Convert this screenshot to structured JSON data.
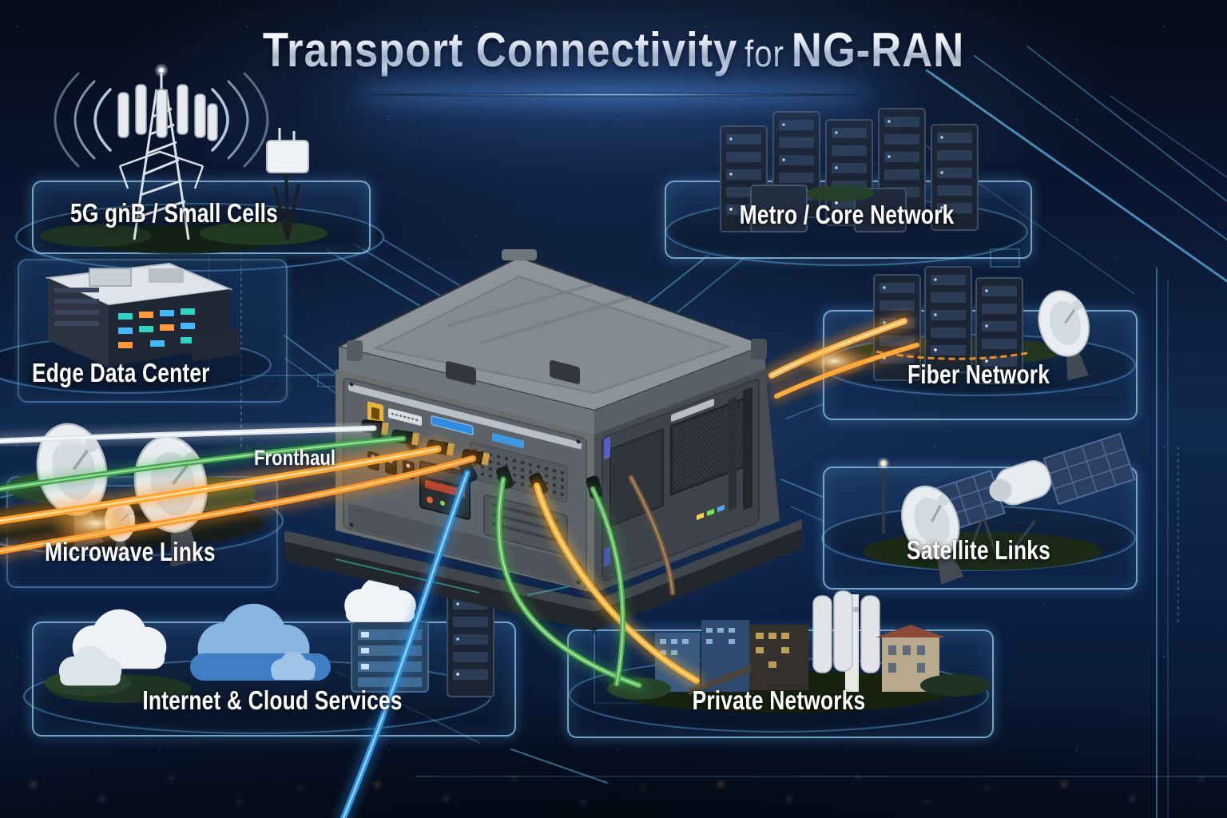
{
  "title": {
    "main": "Transport Connectivity",
    "connector": "for",
    "highlight": "NG-RAN"
  },
  "annotations": {
    "fronthaul": "Fronthaul"
  },
  "nodes": [
    {
      "id": "5g-gnb-small-cells",
      "label": "5G gṅB / Small Cells",
      "icon": "cell-tower-icon"
    },
    {
      "id": "metro-core-network",
      "label": "Metro / Core Network",
      "icon": "server-racks-icon"
    },
    {
      "id": "edge-data-center",
      "label": "Edge Data Center",
      "icon": "data-center-building-icon"
    },
    {
      "id": "fiber-network",
      "label": "Fiber Network",
      "icon": "fiber-servers-icon"
    },
    {
      "id": "microwave-links",
      "label": "Microwave Links",
      "icon": "microwave-dishes-icon"
    },
    {
      "id": "satellite-links",
      "label": "Satellite Links",
      "icon": "satellite-icon"
    },
    {
      "id": "internet-cloud-services",
      "label": "Internet & Cloud Services",
      "icon": "cloud-servers-icon"
    },
    {
      "id": "private-networks",
      "label": "Private Networks",
      "icon": "industrial-city-icon"
    }
  ],
  "colors": {
    "background_navy": "#0a1733",
    "trace_cyan": "#66bbea",
    "panel_border": "#98cef2",
    "title_silver": "#d2dbe6",
    "cable_orange": "#ff9a1e",
    "cable_green": "#43a84e",
    "cable_blue": "#2f8fe0",
    "cable_white": "#eef2f6",
    "cable_brown": "#7a5a3e",
    "device_gray": "#6a6f6d"
  }
}
